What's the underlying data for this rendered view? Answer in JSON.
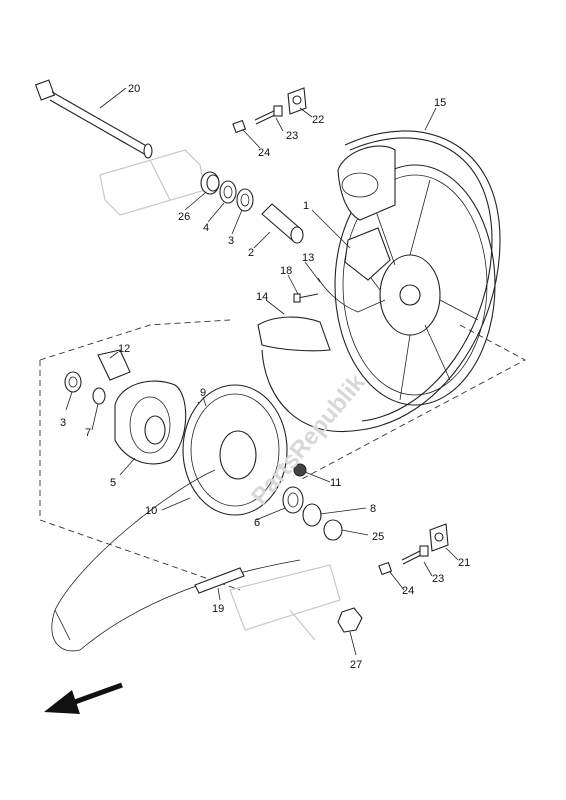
{
  "callouts": [
    {
      "id": "c20",
      "text": "20"
    },
    {
      "id": "c22",
      "text": "22"
    },
    {
      "id": "c23a",
      "text": "23"
    },
    {
      "id": "c24a",
      "text": "24"
    },
    {
      "id": "c15",
      "text": "15"
    },
    {
      "id": "c26",
      "text": "26"
    },
    {
      "id": "c4",
      "text": "4"
    },
    {
      "id": "c3a",
      "text": "3"
    },
    {
      "id": "c2",
      "text": "2"
    },
    {
      "id": "c1",
      "text": "1"
    },
    {
      "id": "c18",
      "text": "18"
    },
    {
      "id": "c13",
      "text": "13"
    },
    {
      "id": "c14",
      "text": "14"
    },
    {
      "id": "c12",
      "text": "12"
    },
    {
      "id": "c3b",
      "text": "3"
    },
    {
      "id": "c7",
      "text": "7"
    },
    {
      "id": "c9",
      "text": "9"
    },
    {
      "id": "c5",
      "text": "5"
    },
    {
      "id": "c11",
      "text": "11"
    },
    {
      "id": "c10",
      "text": "10"
    },
    {
      "id": "c8",
      "text": "8"
    },
    {
      "id": "c6",
      "text": "6"
    },
    {
      "id": "c25",
      "text": "25"
    },
    {
      "id": "c21",
      "text": "21"
    },
    {
      "id": "c23b",
      "text": "23"
    },
    {
      "id": "c24b",
      "text": "24"
    },
    {
      "id": "c19",
      "text": "19"
    },
    {
      "id": "c27",
      "text": "27"
    }
  ],
  "watermark": "PartsRepublik",
  "direction_arrow": "arrow-left-down-icon"
}
